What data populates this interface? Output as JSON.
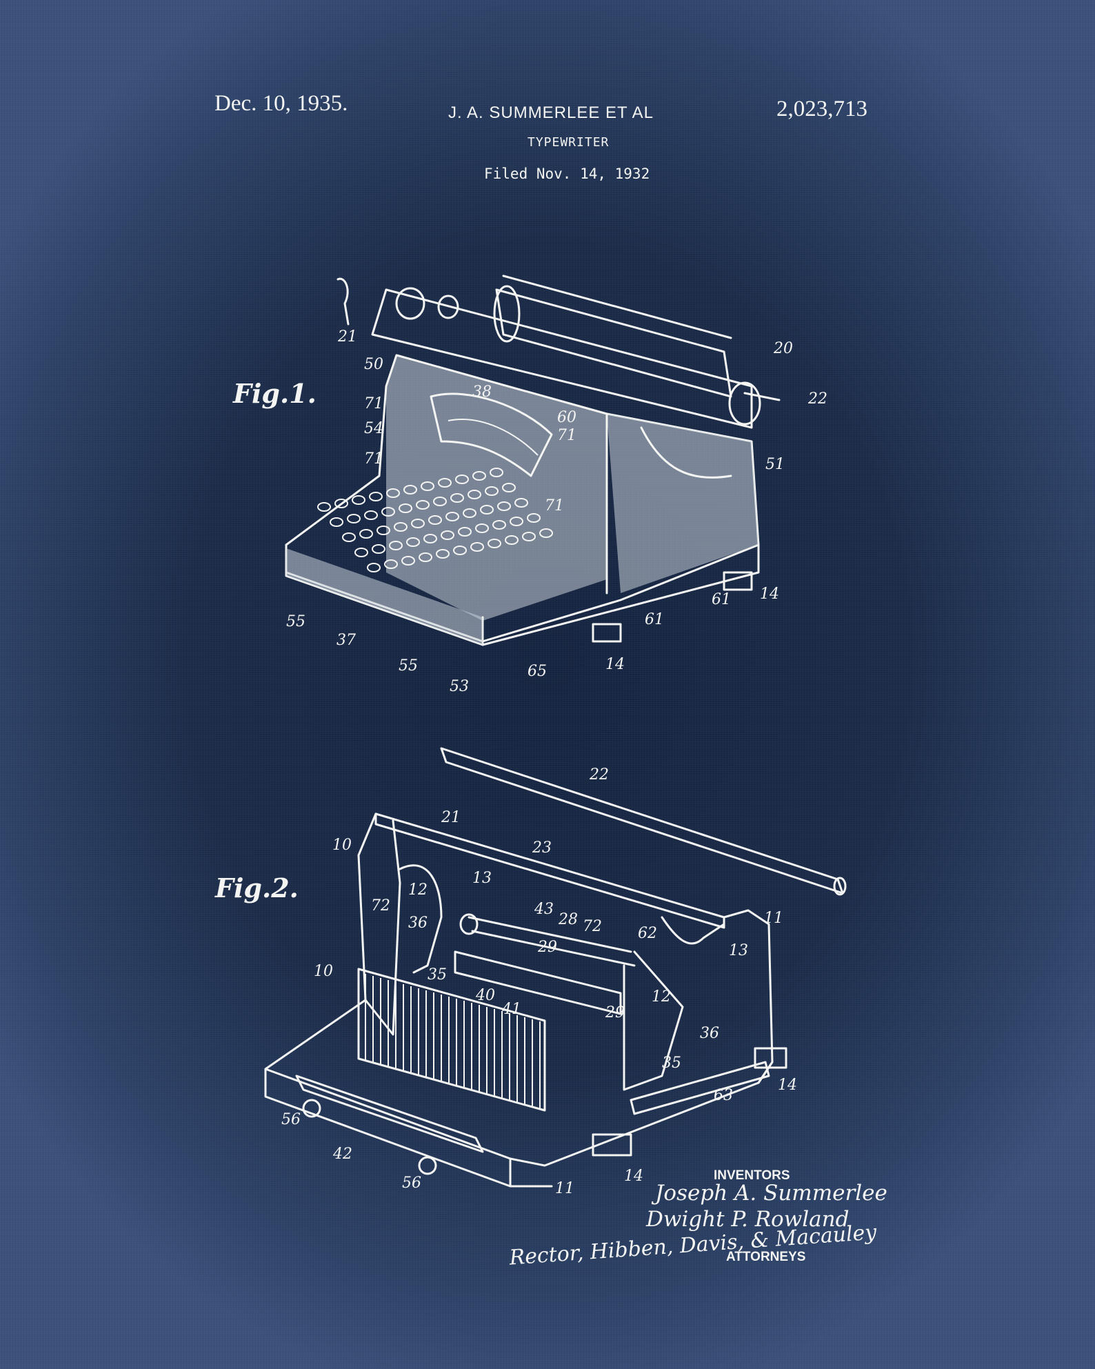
{
  "header": {
    "date": "Dec. 10, 1935.",
    "inventors_short": "J. A. SUMMERLEE ET AL",
    "patent_number": "2,023,713",
    "subject": "TYPEWRITER",
    "filed": "Filed Nov. 14, 1932"
  },
  "figures": {
    "fig1_label": "Fig.1.",
    "fig2_label": "Fig.2."
  },
  "fig1_refs": [
    "21",
    "20",
    "22",
    "50",
    "38",
    "60",
    "71",
    "71",
    "54",
    "71",
    "51",
    "71",
    "55",
    "37",
    "55",
    "53",
    "65",
    "61",
    "61",
    "14",
    "14"
  ],
  "fig2_refs": [
    "22",
    "21",
    "10",
    "23",
    "13",
    "12",
    "72",
    "36",
    "43",
    "28",
    "72",
    "62",
    "11",
    "29",
    "35",
    "10",
    "40",
    "12",
    "13",
    "41",
    "29",
    "36",
    "35",
    "14",
    "63",
    "56",
    "42",
    "56",
    "11",
    "14"
  ],
  "signature_block": {
    "inventors_label": "INVENTORS",
    "inventor_1": "Joseph A. Summerlee",
    "inventor_2": "Dwight P. Rowland",
    "attorneys_signature": "Rector, Hibben, Davis, & Macauley",
    "attorneys_label": "ATTORNEYS"
  },
  "colors": {
    "background": "#1f2e4a",
    "ink": "#f4f5f2"
  }
}
